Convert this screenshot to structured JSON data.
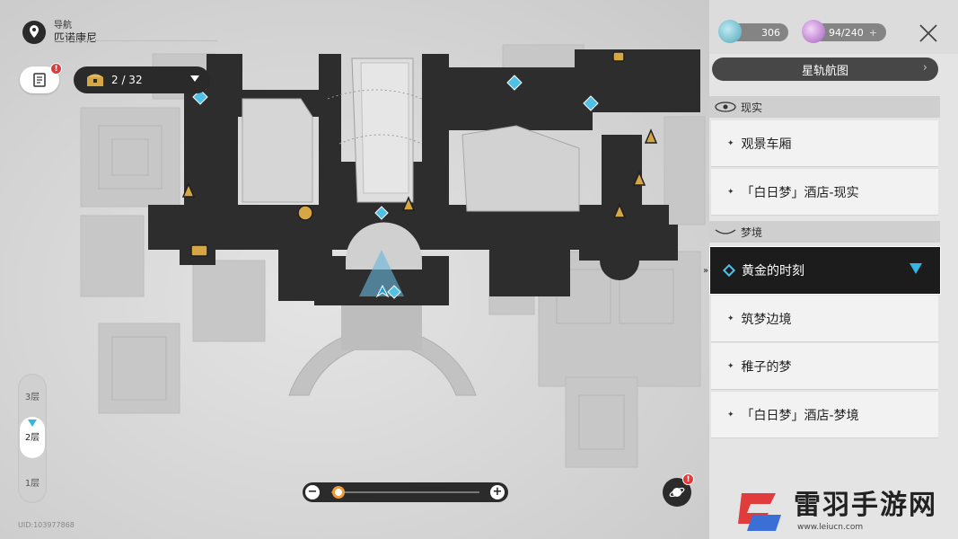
{
  "nav": {
    "label": "导航",
    "location": "匹诺康尼"
  },
  "mission": {
    "badge": "!"
  },
  "chests": {
    "text": "2 / 32"
  },
  "currency": [
    {
      "value": "306",
      "color": "#5fb7c9"
    },
    {
      "value": "94/240",
      "color": "#c57ad6",
      "plus": "+"
    }
  ],
  "panel": {
    "starmap_label": "星轨航图",
    "sections": [
      {
        "title": "现实",
        "items": [
          "观景车厢",
          "「白日梦」酒店-现实"
        ]
      },
      {
        "title": "梦境",
        "items": [
          "黄金的时刻",
          "筑梦边境",
          "稚子的梦",
          "「白日梦」酒店-梦境"
        ]
      }
    ],
    "active_item": "黄金的时刻"
  },
  "floors": [
    "3层",
    "2层",
    "1层"
  ],
  "active_floor": "2层",
  "uid": "UID:103977868",
  "zoom": {
    "minus": "−",
    "plus": "+",
    "level": 0.05
  },
  "radar": {
    "badge": "!"
  },
  "watermark": {
    "title": "雷羽手游网",
    "url": "www.leiucn.com"
  },
  "colors": {
    "accent": "#34b6e4",
    "dark_panel": "#1c1c1c",
    "badge": "#e23b3b",
    "zoom_knob": "#f09a3a"
  }
}
